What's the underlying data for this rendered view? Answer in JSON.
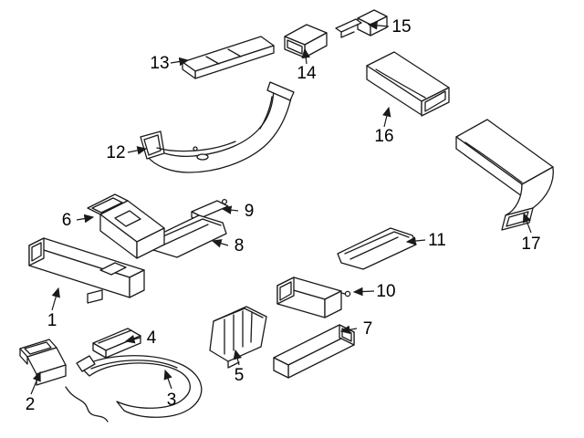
{
  "diagram": {
    "type": "exploded-parts-diagram",
    "description": "Automotive HVAC air duct and vent components exploded line-art diagram with numbered callouts",
    "background_color": "#ffffff",
    "line_color": "#1a1a1a",
    "callout_count": 17,
    "callouts": [
      {
        "number": "1",
        "part": "main-left-floor-duct"
      },
      {
        "number": "2",
        "part": "small-elbow-duct"
      },
      {
        "number": "3",
        "part": "large-curved-duct"
      },
      {
        "number": "4",
        "part": "flat-bracket-duct"
      },
      {
        "number": "5",
        "part": "finned-vent-grille"
      },
      {
        "number": "6",
        "part": "upper-left-z-duct"
      },
      {
        "number": "7",
        "part": "lower-right-duct"
      },
      {
        "number": "8",
        "part": "center-channel-duct"
      },
      {
        "number": "9",
        "part": "small-bracket"
      },
      {
        "number": "10",
        "part": "center-right-duct"
      },
      {
        "number": "11",
        "part": "right-channel-duct"
      },
      {
        "number": "12",
        "part": "large-center-curved-duct"
      },
      {
        "number": "13",
        "part": "upper-long-duct"
      },
      {
        "number": "14",
        "part": "small-top-duct"
      },
      {
        "number": "15",
        "part": "small-top-right-duct"
      },
      {
        "number": "16",
        "part": "upper-right-duct"
      },
      {
        "number": "17",
        "part": "right-side-large-duct"
      }
    ]
  }
}
